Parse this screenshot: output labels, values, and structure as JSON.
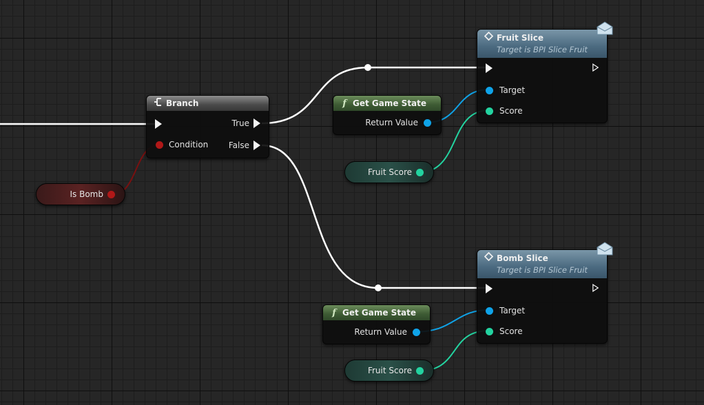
{
  "branch": {
    "title": "Branch",
    "true_label": "True",
    "false_label": "False",
    "condition_label": "Condition"
  },
  "is_bomb": {
    "label": "Is Bomb"
  },
  "get_game_state_1": {
    "title": "Get Game State",
    "return_label": "Return Value"
  },
  "get_game_state_2": {
    "title": "Get Game State",
    "return_label": "Return Value"
  },
  "fruit_score_1": {
    "label": "Fruit Score"
  },
  "fruit_score_2": {
    "label": "Fruit Score"
  },
  "fruit_slice": {
    "title": "Fruit Slice",
    "subtitle": "Target is BPI Slice Fruit",
    "target_label": "Target",
    "score_label": "Score"
  },
  "bomb_slice": {
    "title": "Bomb Slice",
    "subtitle": "Target is BPI Slice Fruit",
    "target_label": "Target",
    "score_label": "Score"
  },
  "colors": {
    "exec_wire": "#ffffff",
    "object_pin": "#0fa3e8",
    "struct_pin": "#23d3a0",
    "bool_pin": "#b01818"
  }
}
